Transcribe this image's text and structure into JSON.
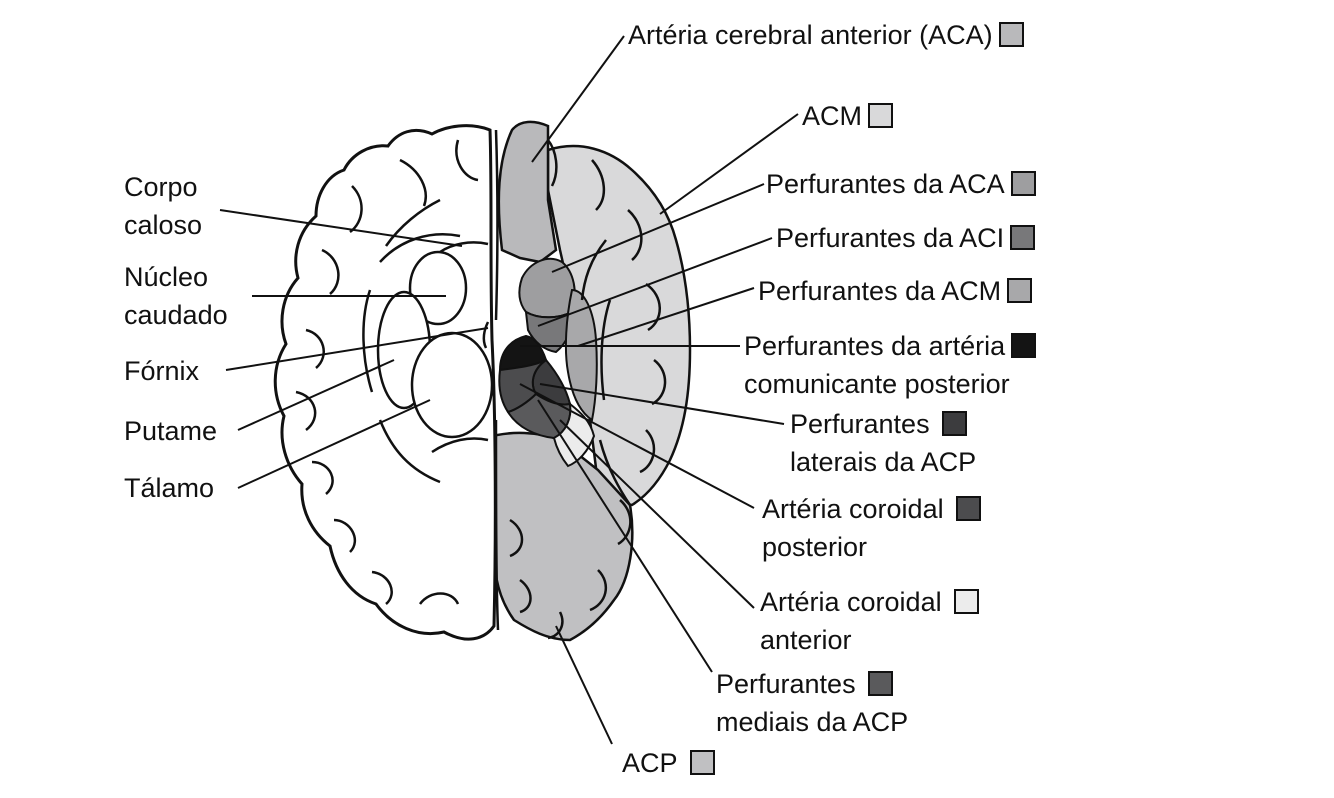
{
  "colors": {
    "aca": "#b9b9bb",
    "acm": "#d9d9da",
    "perf_aca": "#9e9ea0",
    "perf_aci": "#78787a",
    "perf_acm": "#a8a8aa",
    "perf_pcom": "#141414",
    "perf_lat_acp": "#3c3c3e",
    "cor_post": "#4c4c4e",
    "cor_ant": "#ececec",
    "perf_med_acp": "#5a5a5c",
    "acp": "#c0c0c2"
  },
  "left_labels": {
    "corpo_caloso": [
      "Corpo",
      "caloso"
    ],
    "nucleo_caudado": [
      "Núcleo",
      "caudado"
    ],
    "fornix": [
      "Fórnix"
    ],
    "putame": [
      "Putame"
    ],
    "talamo": [
      "Tálamo"
    ]
  },
  "right_labels": {
    "aca": [
      "Artéria cerebral anterior (ACA)"
    ],
    "acm": [
      "ACM"
    ],
    "perf_aca": [
      "Perfurantes da ACA"
    ],
    "perf_aci": [
      "Perfurantes da ACI"
    ],
    "perf_acm": [
      "Perfurantes da ACM"
    ],
    "perf_pcom": [
      "Perfurantes da artéria",
      "comunicante posterior"
    ],
    "perf_lat_acp": [
      "Perfurantes",
      "laterais da ACP"
    ],
    "cor_post": [
      "Artéria coroidal",
      "posterior"
    ],
    "cor_ant": [
      "Artéria coroidal",
      "anterior"
    ],
    "perf_med_acp": [
      "Perfurantes",
      "mediais da ACP"
    ],
    "acp": [
      "ACP"
    ]
  }
}
